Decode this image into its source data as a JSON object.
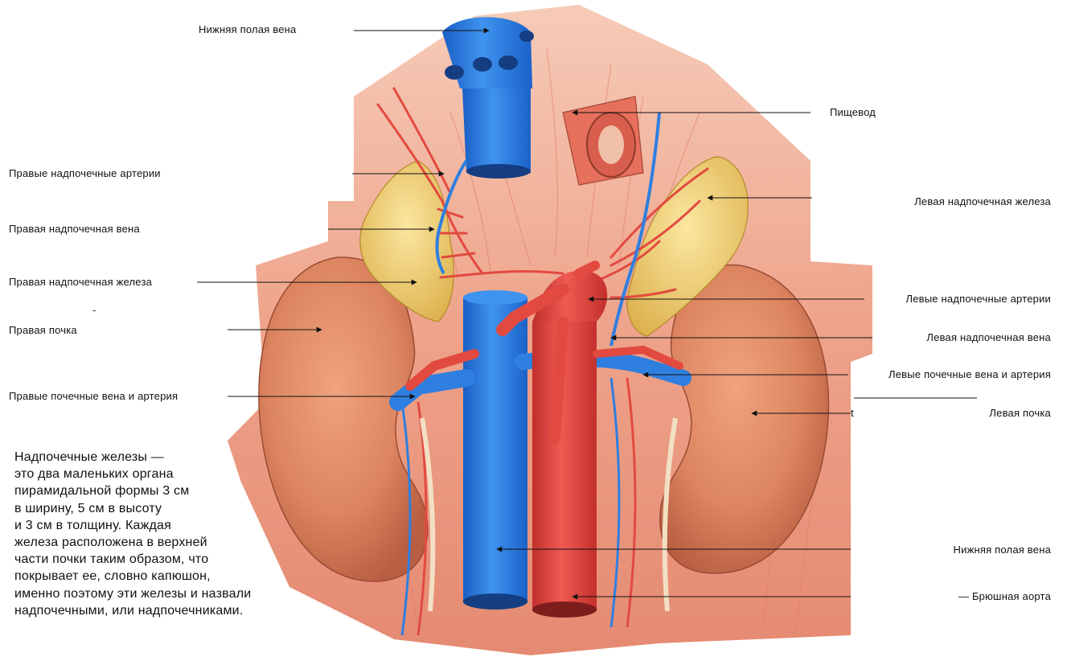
{
  "labels": {
    "inferior_vena_cava_top": "Нижняя полая вена",
    "esophagus": "Пищевод",
    "right_adrenal_arteries": "Правые надпочечные артерии",
    "left_adrenal_gland": "Левая надпочечная железа",
    "right_adrenal_vein": "Правая надпочечная вена",
    "right_adrenal_gland": "Правая надпочечная железа",
    "left_adrenal_arteries": "Левые надпочечные артерии",
    "right_kidney": "Правая почка",
    "left_adrenal_vein": "Левая надпочечная вена",
    "left_renal_vein_artery": "Левые почечные вена и артерия",
    "right_renal_vein_artery": "Правые почечные вена и артерия",
    "left_kidney": "Левая почка",
    "inferior_vena_cava_bottom": "Нижняя полая вена",
    "abdominal_aorta": "— Брюшная аорта"
  },
  "stray_marks": {
    "t_mark": "t",
    "dash_mark": "-"
  },
  "description_lines": [
    "Надпочечные железы —",
    "это два маленьких органа",
    "пирамидальной формы 3 см",
    "в ширину, 5 см в высоту",
    "и 3 см в толщину. Каждая",
    "железа расположена в верхней",
    "части почки таким образом, что",
    "покрывает ее, словно капюшон,",
    "именно поэтому эти железы и назвали",
    "надпочечными, или надпочечниками."
  ],
  "colors": {
    "vein_blue": "#2f7fe0",
    "artery_red": "#e0403a",
    "kidney": "#d9805f",
    "adrenal": "#efcf6a",
    "muscle": "#f0a08a"
  }
}
